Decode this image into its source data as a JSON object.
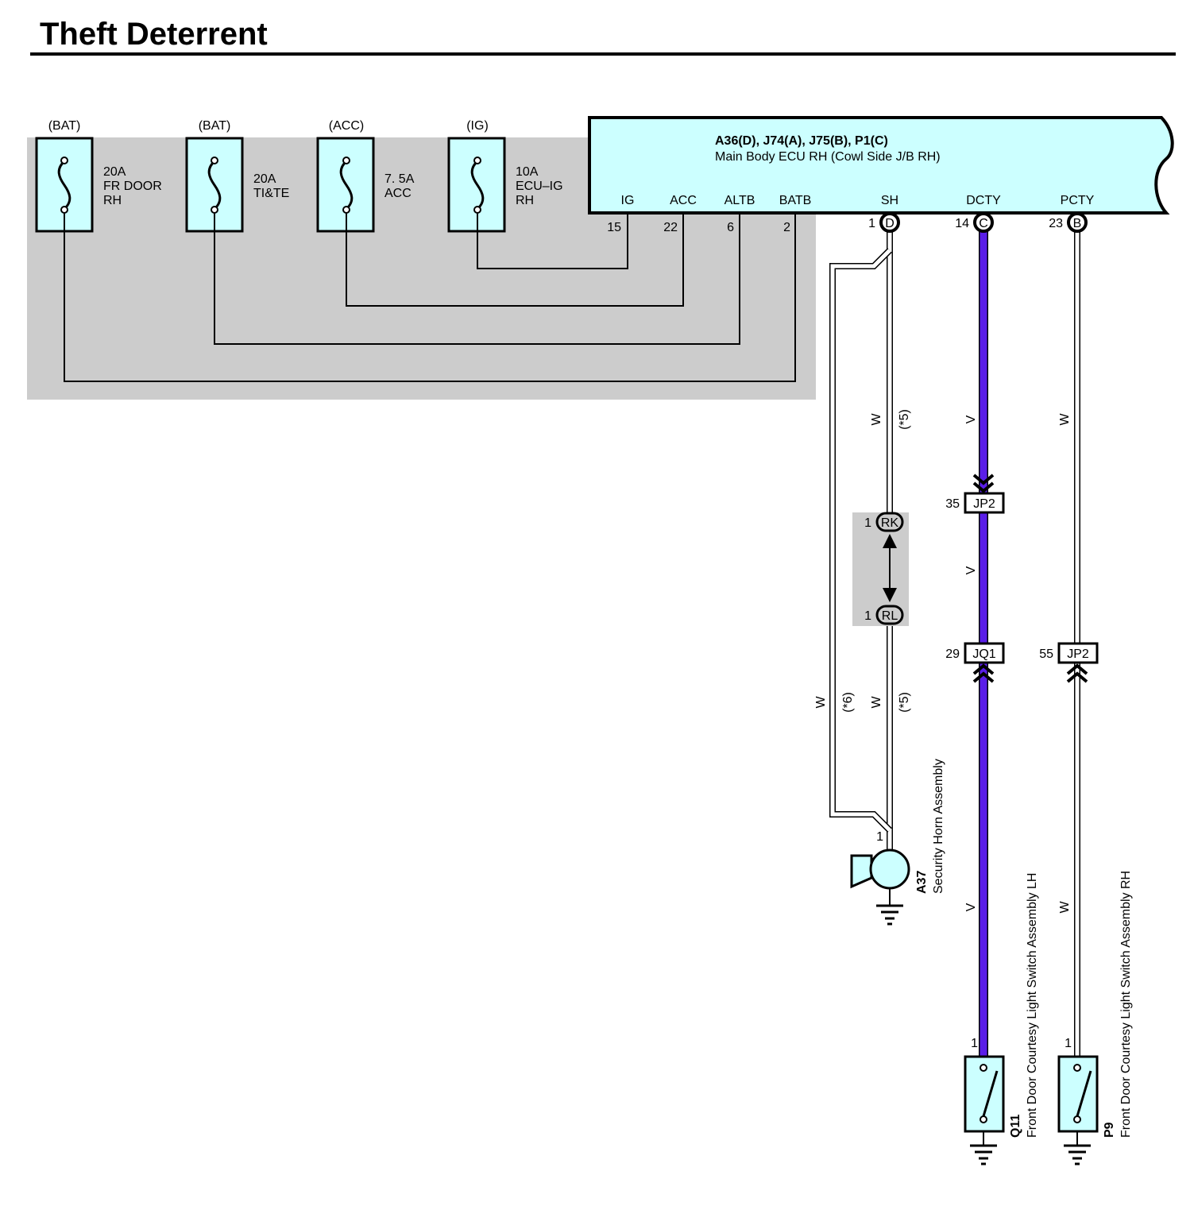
{
  "title": "Theft Deterrent",
  "colors": {
    "ecu_fill": "#ccffff",
    "shade": "#cccccc",
    "violet_wire": "#5a1ee8",
    "white_wire": "#ffffff"
  },
  "fuses": [
    {
      "source": "(BAT)",
      "rating": "20A",
      "name1": "FR DOOR",
      "name2": "RH"
    },
    {
      "source": "(BAT)",
      "rating": "20A",
      "name1": "TI&TE",
      "name2": ""
    },
    {
      "source": "(ACC)",
      "rating": "7. 5A",
      "name1": "ACC",
      "name2": ""
    },
    {
      "source": "(IG)",
      "rating": "10A",
      "name1": "ECU–IG",
      "name2": "RH"
    }
  ],
  "ecu": {
    "connectors": "A36(D), J74(A), J75(B), P1(C)",
    "name": "Main Body ECU RH (Cowl Side J/B RH)",
    "terminals": [
      {
        "label": "IG",
        "pin": "15"
      },
      {
        "label": "ACC",
        "pin": "22"
      },
      {
        "label": "ALTB",
        "pin": "6"
      },
      {
        "label": "BATB",
        "pin": "2"
      },
      {
        "label": "SH",
        "pin": "1",
        "connector": "D"
      },
      {
        "label": "DCTY",
        "pin": "14",
        "connector": "C"
      },
      {
        "label": "PCTY",
        "pin": "23",
        "connector": "B"
      }
    ]
  },
  "wire_colors": {
    "white": "W",
    "violet": "V"
  },
  "notes": {
    "n5": "(*5)",
    "n6": "(*6)"
  },
  "joints": {
    "rk": {
      "pin": "1",
      "label": "RK"
    },
    "rl": {
      "pin": "1",
      "label": "RL"
    },
    "jp2_a": {
      "pin": "35",
      "label": "JP2"
    },
    "jq1": {
      "pin": "29",
      "label": "JQ1"
    },
    "jp2_b": {
      "pin": "55",
      "label": "JP2"
    }
  },
  "components": {
    "horn": {
      "code": "A37",
      "name": "Security Horn Assembly",
      "pin": "1"
    },
    "q11": {
      "code": "Q11",
      "name": "Front Door Courtesy Light Switch Assembly LH",
      "pin": "1"
    },
    "p9": {
      "code": "P9",
      "name": "Front Door Courtesy Light Switch Assembly RH",
      "pin": "1"
    }
  }
}
